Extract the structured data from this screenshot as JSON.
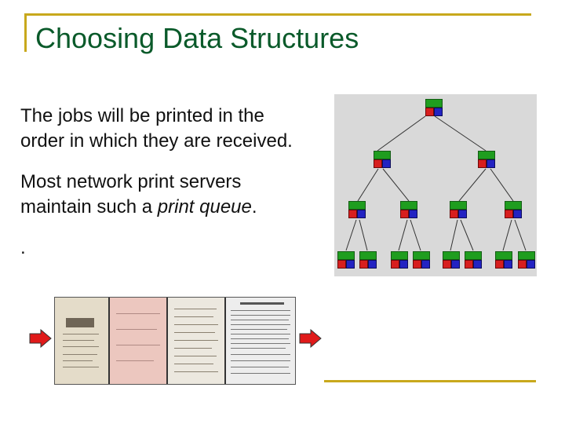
{
  "slide": {
    "title": "Choosing Data Structures",
    "paragraph_1": "The jobs will be printed in the order in which they are received.",
    "paragraph_2_prefix": "Most network print servers maintain such a ",
    "paragraph_2_italic": "print queue",
    "paragraph_2_suffix": ".",
    "paragraph_3": "."
  },
  "colors": {
    "accent_rule": "#c8a81c",
    "title_color": "#0a5a2a",
    "tree_node_top": "#1f9d1f",
    "tree_node_left": "#d71e1e",
    "tree_node_right": "#2323c2",
    "arrow_fill": "#e01a1a"
  },
  "icons": {
    "input_arrow": "arrow-right-icon",
    "output_arrow": "arrow-right-icon",
    "tree_node": "tree-node-icon"
  }
}
